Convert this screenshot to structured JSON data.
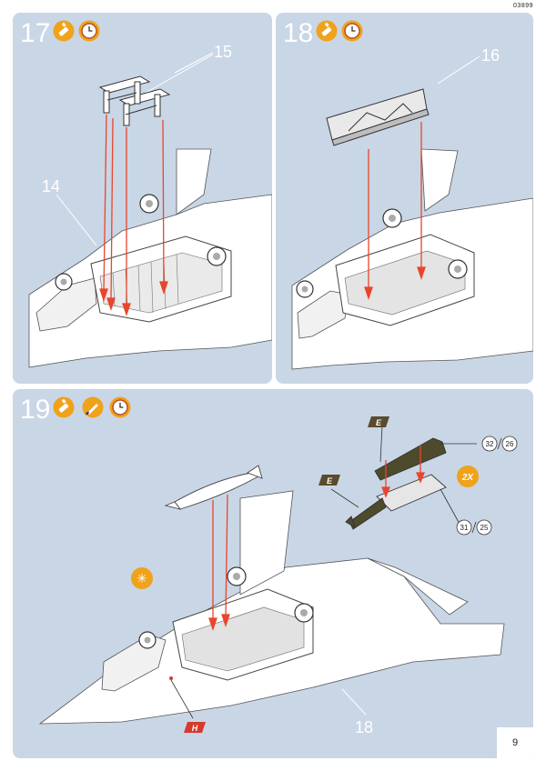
{
  "doc_code": "03899",
  "page_number": "9",
  "steps": [
    {
      "number": "17",
      "callouts": [
        "15",
        "14"
      ]
    },
    {
      "number": "18",
      "callouts": [
        "16"
      ]
    },
    {
      "number": "19",
      "callouts": [
        "18"
      ]
    }
  ],
  "step19": {
    "multiplier": "2X",
    "paint_tag_e": "E",
    "paint_tag_h": "H",
    "part_refs_upper": [
      "32",
      "26"
    ],
    "part_refs_lower": [
      "31",
      "25"
    ]
  },
  "icons": [
    "glue-tube-icon",
    "clock-icon",
    "paint-brush-icon"
  ],
  "colors": {
    "panel": "#c9d6e6",
    "glue_badge": "#f0a21a",
    "arrow": "#e8462c",
    "paint_tag": "#5a4a2e",
    "multiplier_badge": "#f0a21a",
    "h_tag": "#d63a2a"
  }
}
